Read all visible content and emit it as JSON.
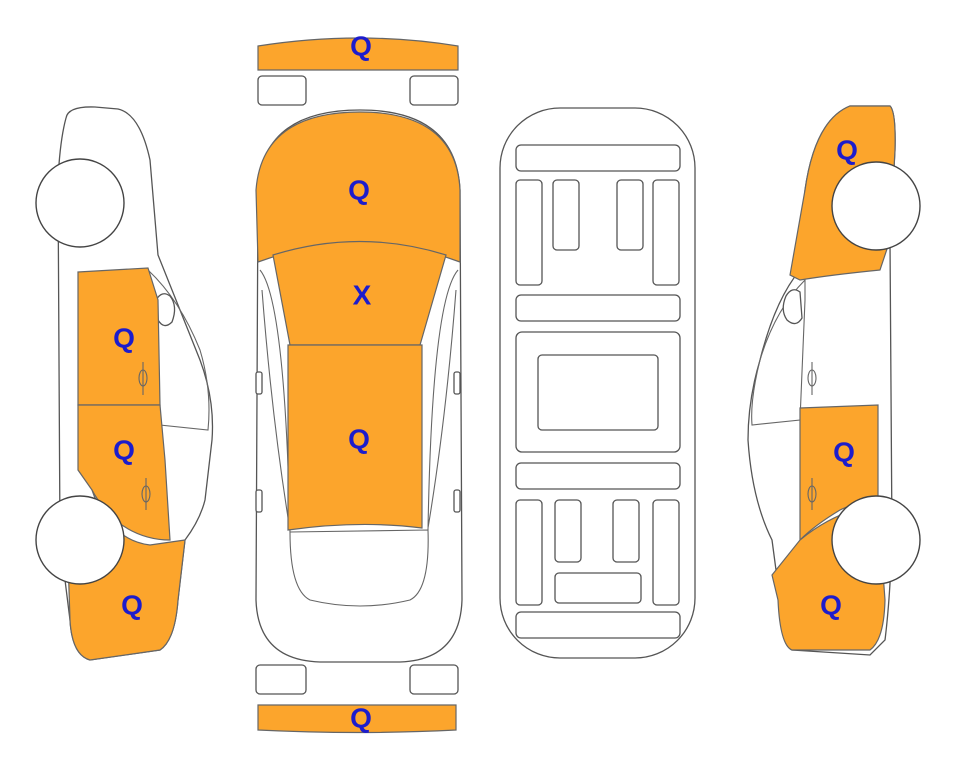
{
  "colors": {
    "damage_fill": "#fca52c",
    "code_text": "#1c1ccc"
  },
  "panels": {
    "front_bumper": {
      "code": "Q",
      "damaged": true
    },
    "hood": {
      "code": "Q",
      "damaged": true
    },
    "windshield": {
      "code": "X",
      "damaged": true
    },
    "roof": {
      "code": "Q",
      "damaged": true
    },
    "rear_bumper": {
      "code": "Q",
      "damaged": true
    },
    "left_front_door": {
      "code": "Q",
      "damaged": true
    },
    "left_rear_door": {
      "code": "Q",
      "damaged": true
    },
    "left_rear_quarter": {
      "code": "Q",
      "damaged": true
    },
    "right_front_fender": {
      "code": "Q",
      "damaged": true
    },
    "right_rear_door": {
      "code": "Q",
      "damaged": true
    },
    "right_rear_quarter": {
      "code": "Q",
      "damaged": true
    }
  }
}
